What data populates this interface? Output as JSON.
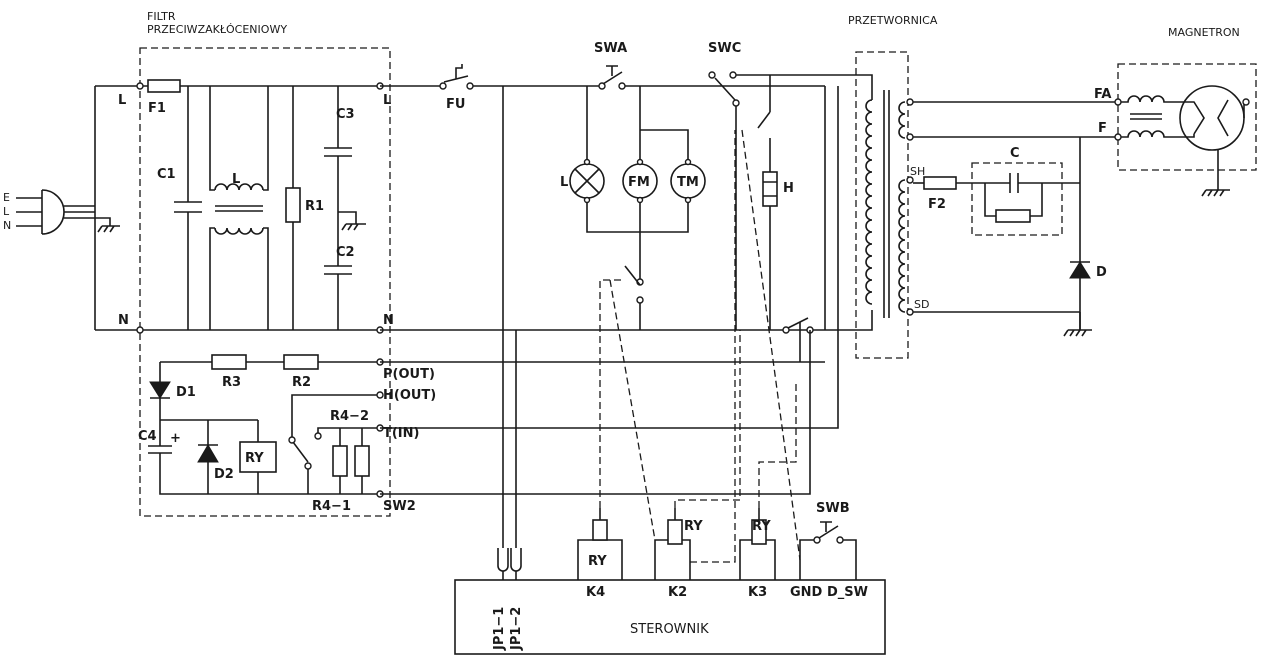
{
  "blocks": {
    "filter_title_1": "FILTR",
    "filter_title_2": "PRZECIWZAKŁÓCENIOWY",
    "transformer_title": "PRZETWORNICA",
    "magnetron_title": "MAGNETRON",
    "controller_title": "STEROWNIK"
  },
  "filter": {
    "in_l": "L",
    "in_n": "N",
    "out_l": "L",
    "out_n": "N",
    "f1": "F1",
    "c1": "C1",
    "l": "L",
    "r1": "R1",
    "c3": "C3",
    "c2": "C2"
  },
  "plug": {
    "e": "E",
    "l": "L",
    "n": "N"
  },
  "control": {
    "d1": "D1",
    "r3": "R3",
    "r2": "R2",
    "c4": "C4",
    "plus": "+",
    "d2": "D2",
    "ry": "RY",
    "r4_2": "R4−2",
    "r4_1": "R4−1",
    "p_out": "P(OUT)",
    "h_out": "H(OUT)",
    "t_in": "T(IN)",
    "sw2": "SW2"
  },
  "main": {
    "fu": "FU",
    "swa": "SWA",
    "swc": "SWC",
    "swb": "SWB",
    "lamp": "L",
    "fm": "FM",
    "tm": "TM",
    "heater": "H"
  },
  "hv": {
    "fa": "FA",
    "f": "F",
    "sh": "SH",
    "sd": "SD",
    "f2": "F2",
    "c": "C",
    "d": "D"
  },
  "controller": {
    "jp1_1": "JP1−1",
    "jp1_2": "JP1−2",
    "k4": "K4",
    "k2": "K2",
    "k3": "K3",
    "gnd": "GND",
    "d_sw": "D_SW",
    "ry_k4": "RY",
    "ry_k2": "RY",
    "ry_k3": "RY"
  }
}
